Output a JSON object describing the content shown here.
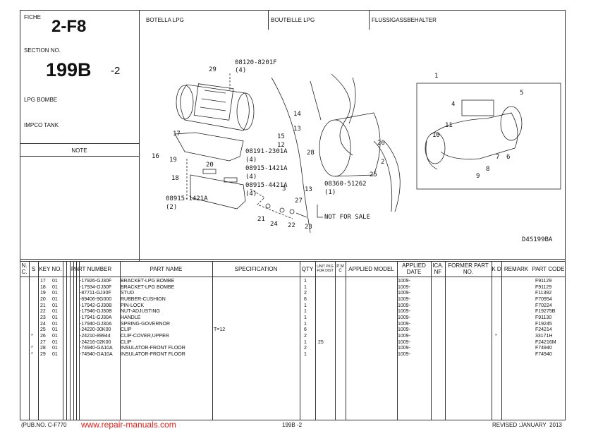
{
  "left_panel": {
    "fiche_label": "FICHE",
    "fiche_value": "2-F8",
    "section_label": "SECTION NO.",
    "section_value": "199B",
    "section_suffix": "-2",
    "title_1": "LPG BOMBE",
    "title_2": "IMPCO TANK",
    "note_label": "NOTE"
  },
  "header_titles": [
    "BOTELLA LPG",
    "BOUTEILLE LPG",
    "FLUSSIGASSBEHALTER"
  ],
  "diagram": {
    "code": "D4S199BA",
    "callouts": [
      "08120-8201F",
      "(4)",
      "29",
      "14",
      "13",
      "15",
      "12",
      "26",
      "28",
      "2",
      "25",
      "08360-51262",
      "(1)",
      "3",
      "13",
      "27",
      "NOT FOR SALE",
      "17",
      "16",
      "19",
      "08191-2301A",
      "(4)",
      "08915-1421A",
      "(4)",
      "08915-4421A",
      "(4)",
      "20",
      "18",
      "08915-1421A",
      "(2)",
      "21",
      "24",
      "22",
      "23"
    ],
    "inset_callouts": [
      "1",
      "4",
      "5",
      "11",
      "10",
      "7",
      "6",
      "8",
      "9"
    ]
  },
  "table": {
    "headers": {
      "nc": "N. C.",
      "s": "S",
      "key_no": "KEY NO.",
      "part_number": "PART NUMBER",
      "part_name": "PART NAME",
      "specification": "SPECIFICATION",
      "qty": "QTY",
      "unit_pkg": "UNIT PKG FOR DIST",
      "pmc": "P M C",
      "applied_model": "APPLIED MODEL",
      "applied_date": "APPLIED DATE",
      "ica_nf": "ICA. NF",
      "former_part_no": "FORMER PART NO.",
      "kd": "K D",
      "remark": "REMARK",
      "part_code": "PART CODE"
    },
    "rows": [
      {
        "s": "",
        "key": "17",
        "sub": "01",
        "part_number": "-17926-GJ30F",
        "part_name": "BRACKET-LPG BOMBE",
        "spec": "",
        "qty": "1",
        "unit_pkg": "",
        "date": "1009-",
        "kd": "",
        "part_code": "F91129"
      },
      {
        "s": "",
        "key": "18",
        "sub": "01",
        "part_number": "-17934-GJ30F",
        "part_name": "BRACKET-LPG BOMBE",
        "spec": "",
        "qty": "1",
        "unit_pkg": "",
        "date": "1009-",
        "kd": "",
        "part_code": "F91129"
      },
      {
        "s": "",
        "key": "19",
        "sub": "01",
        "part_number": "-87711-GJ30F",
        "part_name": "STUD",
        "spec": "",
        "qty": "2",
        "unit_pkg": "",
        "date": "1009-",
        "kd": "",
        "part_code": "F11392"
      },
      {
        "s": "",
        "key": "20",
        "sub": "01",
        "part_number": "-69406-9G000",
        "part_name": "RUBBER-CUSHION",
        "spec": "",
        "qty": "6",
        "unit_pkg": "",
        "date": "1009-",
        "kd": "",
        "part_code": "F70954"
      },
      {
        "s": "",
        "key": "21",
        "sub": "01",
        "part_number": "-17942-GJ30B",
        "part_name": "PIN-LOCK",
        "spec": "",
        "qty": "1",
        "unit_pkg": "",
        "date": "1009-",
        "kd": "",
        "part_code": "F70224"
      },
      {
        "s": "",
        "key": "22",
        "sub": "01",
        "part_number": "-17946-GJ30B",
        "part_name": "NUT-ADJUSTING",
        "spec": "",
        "qty": "1",
        "unit_pkg": "",
        "date": "1009-",
        "kd": "",
        "part_code": "F19275B"
      },
      {
        "s": "",
        "key": "23",
        "sub": "01",
        "part_number": "-17941-GJ30A",
        "part_name": "HANDLE",
        "spec": "",
        "qty": "1",
        "unit_pkg": "",
        "date": "1009-",
        "kd": "",
        "part_code": "F91130"
      },
      {
        "s": "",
        "key": "24",
        "sub": "01",
        "part_number": "-17940-GJ30A",
        "part_name": "SPRING-GOVERNOR",
        "spec": "",
        "qty": "1",
        "unit_pkg": "",
        "date": "1009-",
        "kd": "",
        "part_code": "F19245"
      },
      {
        "s": "",
        "key": "25",
        "sub": "01",
        "part_number": "-24220-30K00",
        "part_name": "CLIP",
        "spec": "T=12",
        "qty": "6",
        "unit_pkg": "",
        "date": "1009-",
        "kd": "",
        "part_code": "F24214"
      },
      {
        "s": "*",
        "key": "26",
        "sub": "01",
        "part_number": "-24210-89944",
        "part_name": "CLIP-COVER,UPPER",
        "spec": "",
        "qty": "2",
        "unit_pkg": "",
        "date": "1009-",
        "kd": "*",
        "part_code": "33171H"
      },
      {
        "s": "",
        "key": "27",
        "sub": "01",
        "part_number": "-24216-02K00",
        "part_name": "CLIP",
        "spec": "",
        "qty": "1",
        "unit_pkg": "25",
        "date": "1009-",
        "kd": "",
        "part_code": "F24216M"
      },
      {
        "s": "*",
        "key": "28",
        "sub": "01",
        "part_number": "-74940-GA10A",
        "part_name": "INSULATOR-FRONT FLOOR",
        "spec": "",
        "qty": "2",
        "unit_pkg": "",
        "date": "1009-",
        "kd": "",
        "part_code": "F74940"
      },
      {
        "s": "*",
        "key": "29",
        "sub": "01",
        "part_number": "-74940-GA10A",
        "part_name": "INSULATOR-FRONT FLOOR",
        "spec": "",
        "qty": "1",
        "unit_pkg": "",
        "date": "1009-",
        "kd": "",
        "part_code": "F74940"
      }
    ]
  },
  "footer": {
    "pub_no": "(PUB.NO. C-F770",
    "watermark": "www.repair-manuals.com",
    "page": "199B -2",
    "revised": "REVISED :JANUARY  2013"
  },
  "colors": {
    "watermark": "#e0201a",
    "line": "#333333"
  }
}
